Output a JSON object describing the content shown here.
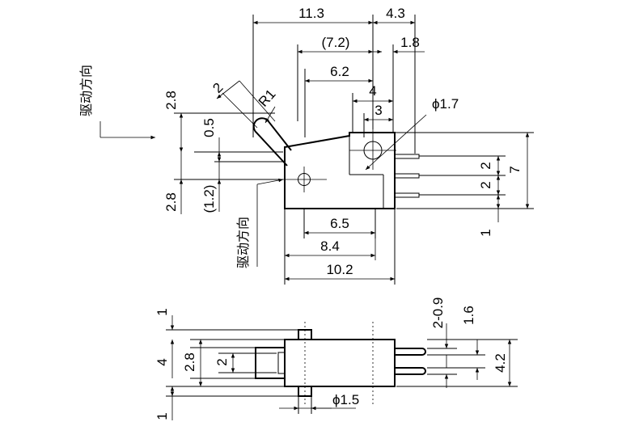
{
  "drive_direction": "驱动方向",
  "top_view": {
    "dims": {
      "w_11_3": "11.3",
      "w_4_3": "4.3",
      "w_7_2": "(7.2)",
      "w_1_8": "1.8",
      "w_6_2": "6.2",
      "w_4": "4",
      "w_3": "3",
      "phi_1_7": "ϕ1.7",
      "r_1": "R1",
      "len_2": "2",
      "h_2_8_top": "2.8",
      "h_0_5": "0.5",
      "h_2_8_bottom": "2.8",
      "h_1_2": "(1.2)",
      "p_2_a": "2",
      "p_2_b": "2",
      "h_7": "7",
      "h_1": "1",
      "b_6_5": "6.5",
      "b_8_4": "8.4",
      "b_10_2": "10.2"
    }
  },
  "bottom_view": {
    "dims": {
      "v_1_top": "1",
      "v_4": "4",
      "v_2_8": "2.8",
      "v_2": "2",
      "v_1_bottom": "1",
      "p_2_0_9": "2-0.9",
      "p_1_6": "1.6",
      "p_4_2": "4.2",
      "phi_1_5": "ϕ1.5"
    }
  }
}
